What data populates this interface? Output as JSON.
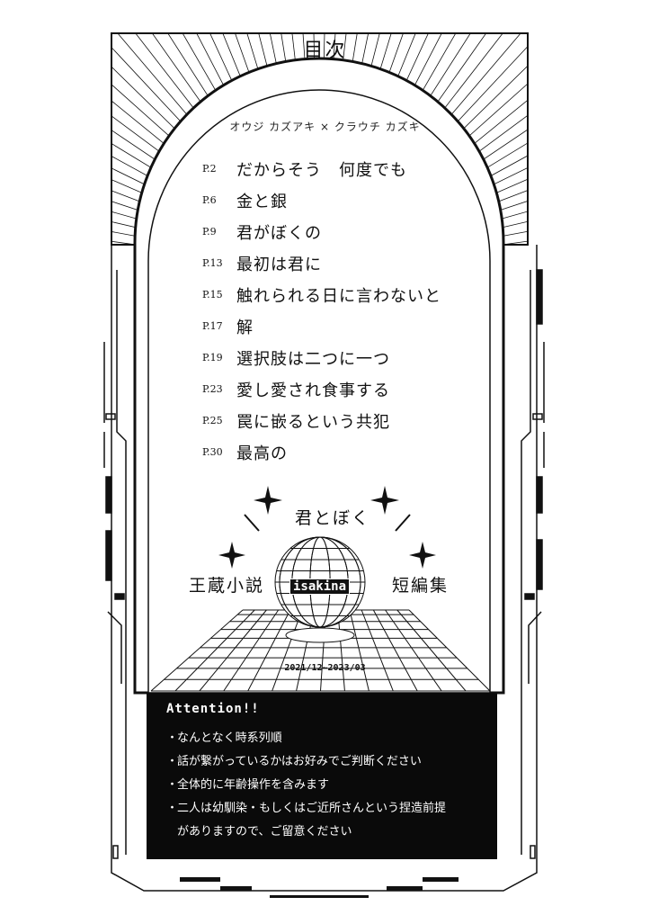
{
  "header": {
    "title": "目次"
  },
  "subtitle": "オウジ カズアキ × クラウチ カズキ",
  "toc": [
    {
      "page": "P.2",
      "title": "だからそう　何度でも"
    },
    {
      "page": "P.6",
      "title": "金と銀"
    },
    {
      "page": "P.9",
      "title": "君がぼくの"
    },
    {
      "page": "P.13",
      "title": "最初は君に"
    },
    {
      "page": "P.15",
      "title": "触れられる日に言わないと"
    },
    {
      "page": "P.17",
      "title": "解"
    },
    {
      "page": "P.19",
      "title": "選択肢は二つに一つ"
    },
    {
      "page": "P.23",
      "title": "愛し愛され食事する"
    },
    {
      "page": "P.25",
      "title": "罠に嵌るという共犯"
    },
    {
      "page": "P.30",
      "title": "最高の"
    }
  ],
  "deco": {
    "top_text": "君とぼく",
    "left_text": "王蔵小説",
    "right_text": "短編集",
    "logo_text": "isakina",
    "date_range": "2021/12~2023/03"
  },
  "attention": {
    "heading": "Attention!!",
    "items": [
      "なんとなく時系列順",
      "話が繋がっているかはお好みでご判断ください",
      "全体的に年齢操作を含みます",
      "二人は幼馴染・もしくはご近所さんという捏造前提"
    ],
    "item_continuation": "がありますので、ご留意ください"
  },
  "colors": {
    "ink": "#111111",
    "paper": "#ffffff"
  }
}
